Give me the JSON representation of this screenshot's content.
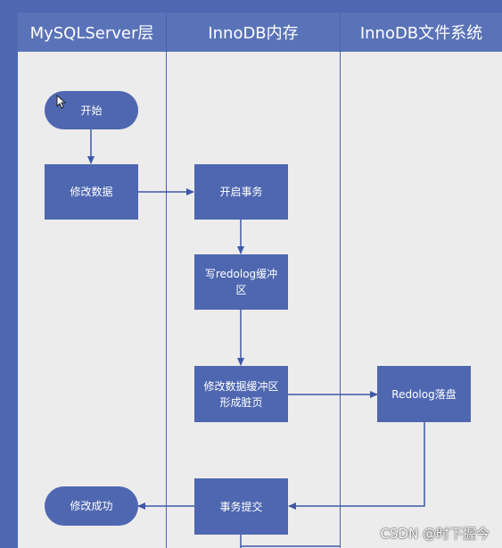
{
  "lanes": [
    {
      "title": "MySQLServer层"
    },
    {
      "title": "InnoDB内存"
    },
    {
      "title": "InnoDB文件系统"
    }
  ],
  "nodes": {
    "start": "开始",
    "modify_data": "修改数据",
    "begin_tx": "开启事务",
    "write_redo_buffer": "写redolog缓冲区",
    "dirty_page": "修改数据缓冲区形成脏页",
    "redo_flush": "Redolog落盘",
    "commit_tx": "事务提交",
    "success": "修改成功"
  },
  "watermark": "CSDN @时下握今",
  "colors": {
    "header": "#5a73b8",
    "node": "#4e67b0",
    "background": "#ececec",
    "edge": "#3f58a8"
  }
}
